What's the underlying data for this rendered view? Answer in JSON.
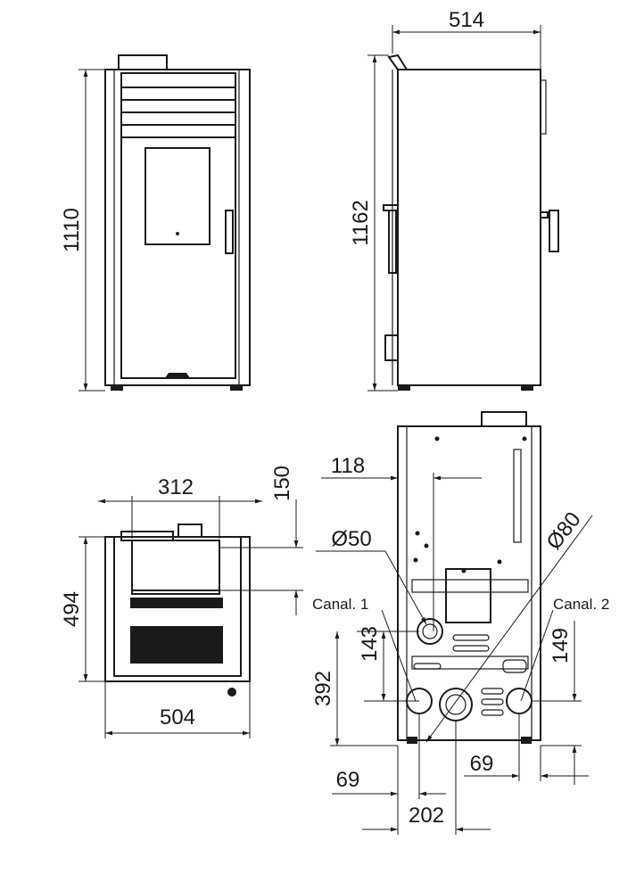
{
  "title": "Stove dimensional drawing",
  "units": "mm",
  "front_view": {
    "height": "1110"
  },
  "side_view": {
    "depth": "514",
    "height": "1162"
  },
  "top_view": {
    "width_inner": "312",
    "offset": "150",
    "depth": "494",
    "width": "504"
  },
  "rear_view": {
    "flue_offset": "118",
    "air_inlet_diameter": "Ø50",
    "flue_diameter": "Ø80",
    "canal_1": "Canal. 1",
    "canal_2": "Canal. 2",
    "inlet_height": "143",
    "canal_2_height": "149",
    "flue_height": "392",
    "left_offset": "69",
    "right_offset": "69",
    "flue_spacing": "202"
  }
}
